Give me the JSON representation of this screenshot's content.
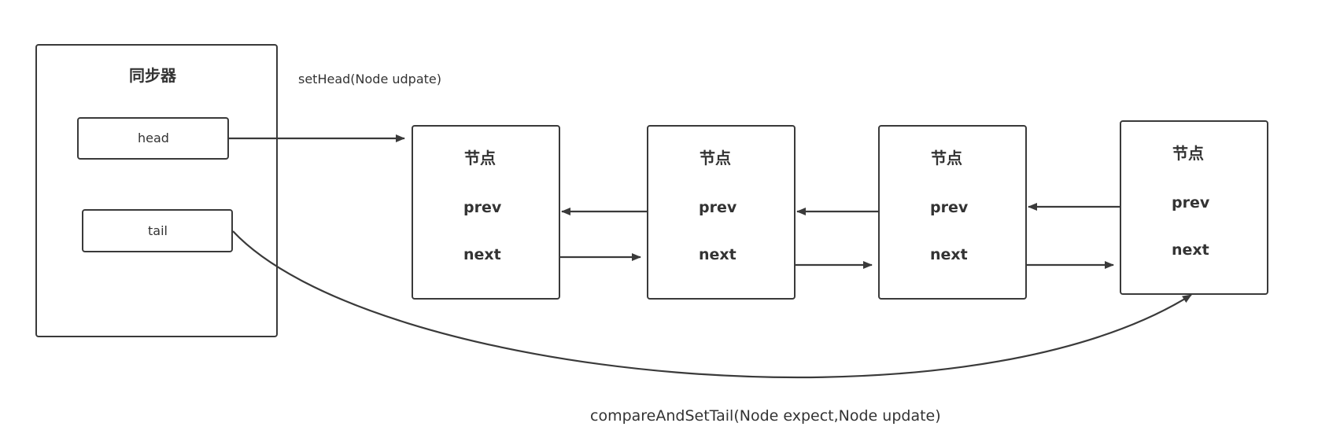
{
  "sync": {
    "title": "同步器",
    "head_label": "head",
    "tail_label": "tail"
  },
  "edge_labels": {
    "set_head": "setHead(Node udpate)",
    "compare_and_set_tail": "compareAndSetTail(Node expect,Node update)"
  },
  "nodes": [
    {
      "title": "节点",
      "prev": "prev",
      "next": "next"
    },
    {
      "title": "节点",
      "prev": "prev",
      "next": "next"
    },
    {
      "title": "节点",
      "prev": "prev",
      "next": "next"
    },
    {
      "title": "节点",
      "prev": "prev",
      "next": "next"
    }
  ],
  "colors": {
    "stroke": "#3a3a3a",
    "text": "#333333",
    "background": "#ffffff"
  }
}
